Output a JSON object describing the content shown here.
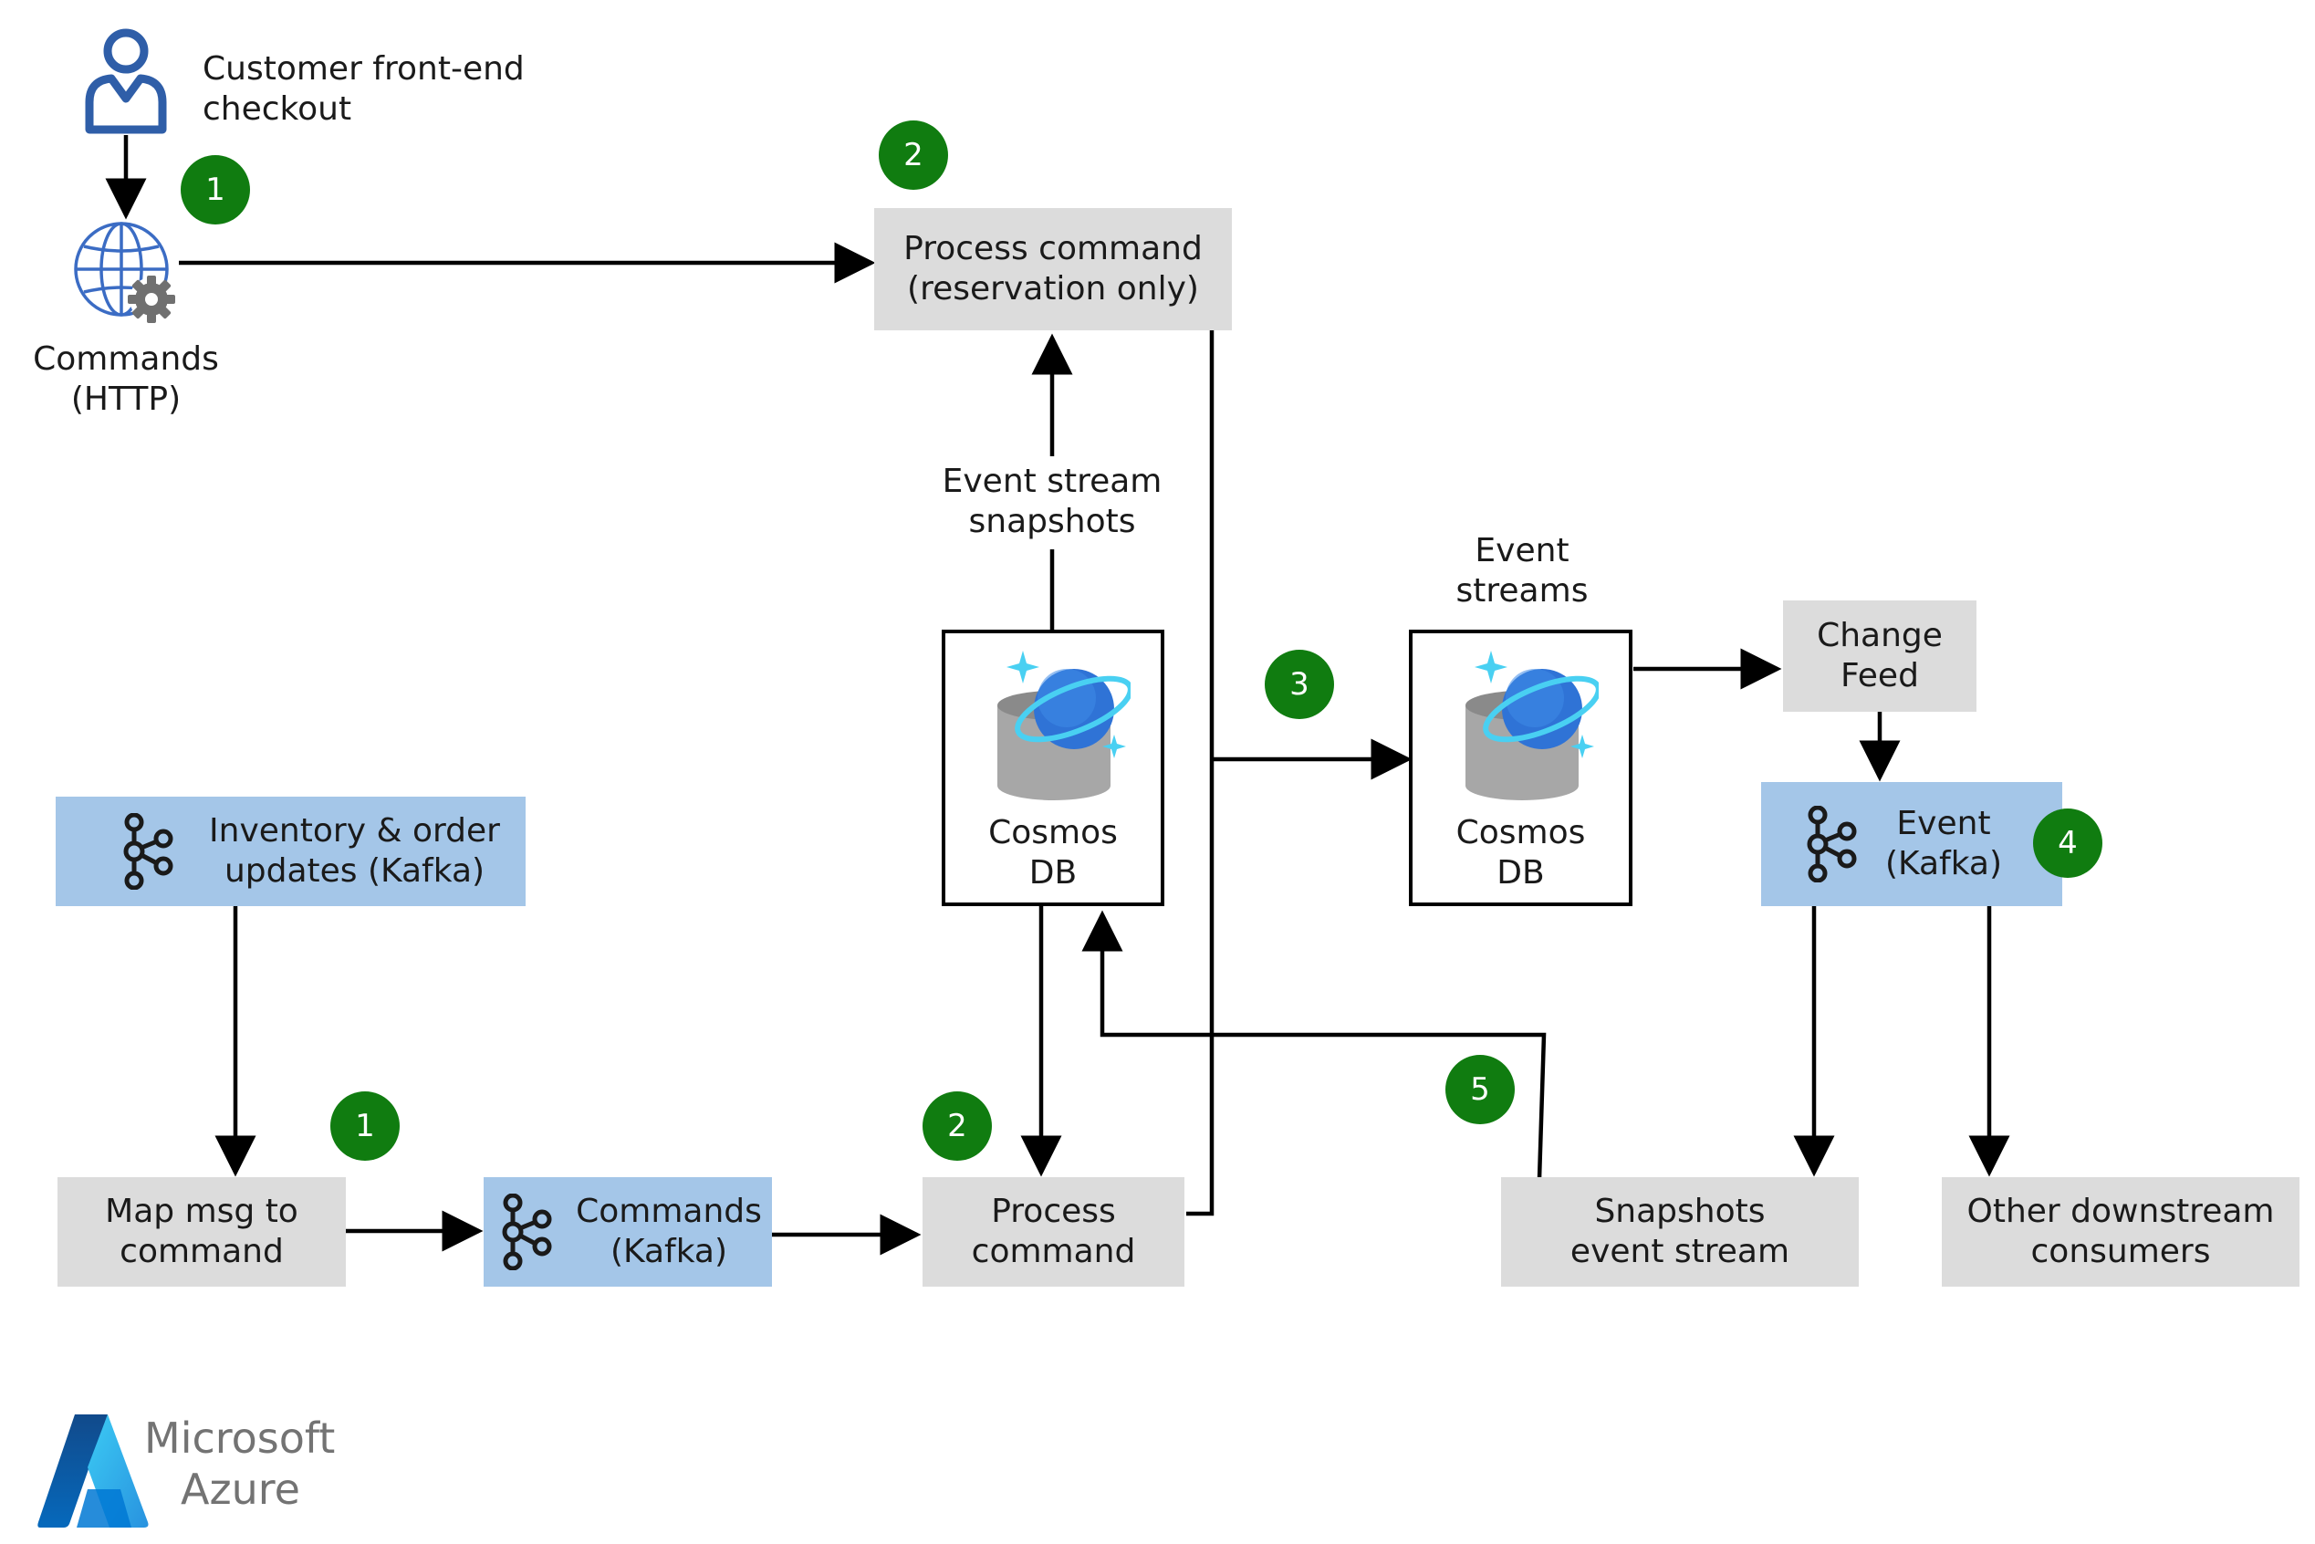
{
  "colors": {
    "badge": "#107c10",
    "gray_box": "#dcdcdc",
    "kafka_box": "#a4c6e8",
    "line": "#000000"
  },
  "top": {
    "customer_label": "Customer front-end\ncheckout",
    "commands_http_label": "Commands\n(HTTP)",
    "badge_1": "1",
    "badge_2": "2",
    "process_reservation": "Process command\n(reservation only)",
    "event_stream_snapshots": "Event stream\nsnapshots"
  },
  "middle": {
    "cosmos_left": "Cosmos\nDB",
    "badge_3": "3",
    "event_streams_label": "Event\nstreams",
    "cosmos_right": "Cosmos\nDB",
    "change_feed": "Change\nFeed",
    "event_kafka": "Event\n(Kafka)",
    "badge_4": "4"
  },
  "bottom": {
    "inventory_kafka": "Inventory & order\nupdates (Kafka)",
    "badge_1": "1",
    "map_msg": "Map msg to\ncommand",
    "commands_kafka": "Commands\n(Kafka)",
    "badge_2": "2",
    "process_command": "Process\ncommand",
    "badge_5": "5",
    "snapshots_stream": "Snapshots\nevent stream",
    "other_consumers": "Other downstream\nconsumers"
  },
  "logo": {
    "line1": "Microsoft",
    "line2": "Azure"
  },
  "icons": [
    "user-icon",
    "web-commands-icon",
    "cosmos-db-icon",
    "kafka-icon",
    "azure-logo-icon"
  ]
}
